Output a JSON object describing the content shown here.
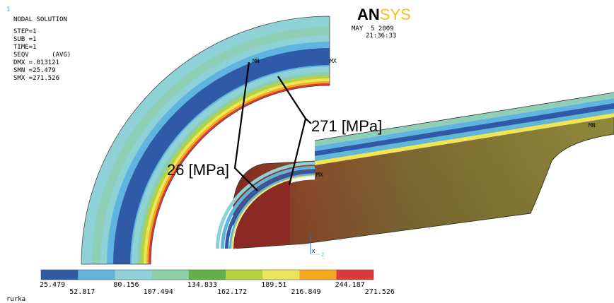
{
  "window_number": "1",
  "info": {
    "title": "NODAL SOLUTION",
    "lines": [
      "STEP=1",
      "SUB =1",
      "TIME=1",
      "SEQV      (AVG)",
      "DMX =.013121",
      "SMN =25.479",
      "SMX =271.526"
    ]
  },
  "logo": {
    "part1": "AN",
    "part2": "SYS"
  },
  "date": "MAY  5 2009",
  "time": "21:36:33",
  "annotations": {
    "min_value": "26 [MPa]",
    "max_value": "271 [MPa]",
    "mn_left": "MN",
    "mx_left": "MX",
    "mn_right": "MN",
    "mx_right": "MX"
  },
  "axis_triad": {
    "x_label": "X",
    "y_label": "Y",
    "z_label": "Z"
  },
  "legend": {
    "colors": [
      "#2e5aa8",
      "#5fb5e0",
      "#8ed1d6",
      "#8ecfa8",
      "#62b048",
      "#b6d23a",
      "#ece55c",
      "#f3a81e",
      "#d93a3a"
    ],
    "labels_top": [
      "25.479",
      "80.156",
      "134.833",
      "189.51",
      "244.187"
    ],
    "labels_bottom": [
      "52.817",
      "107.494",
      "162.172",
      "216.849",
      "271.526"
    ]
  },
  "footer_label": "rurka"
}
